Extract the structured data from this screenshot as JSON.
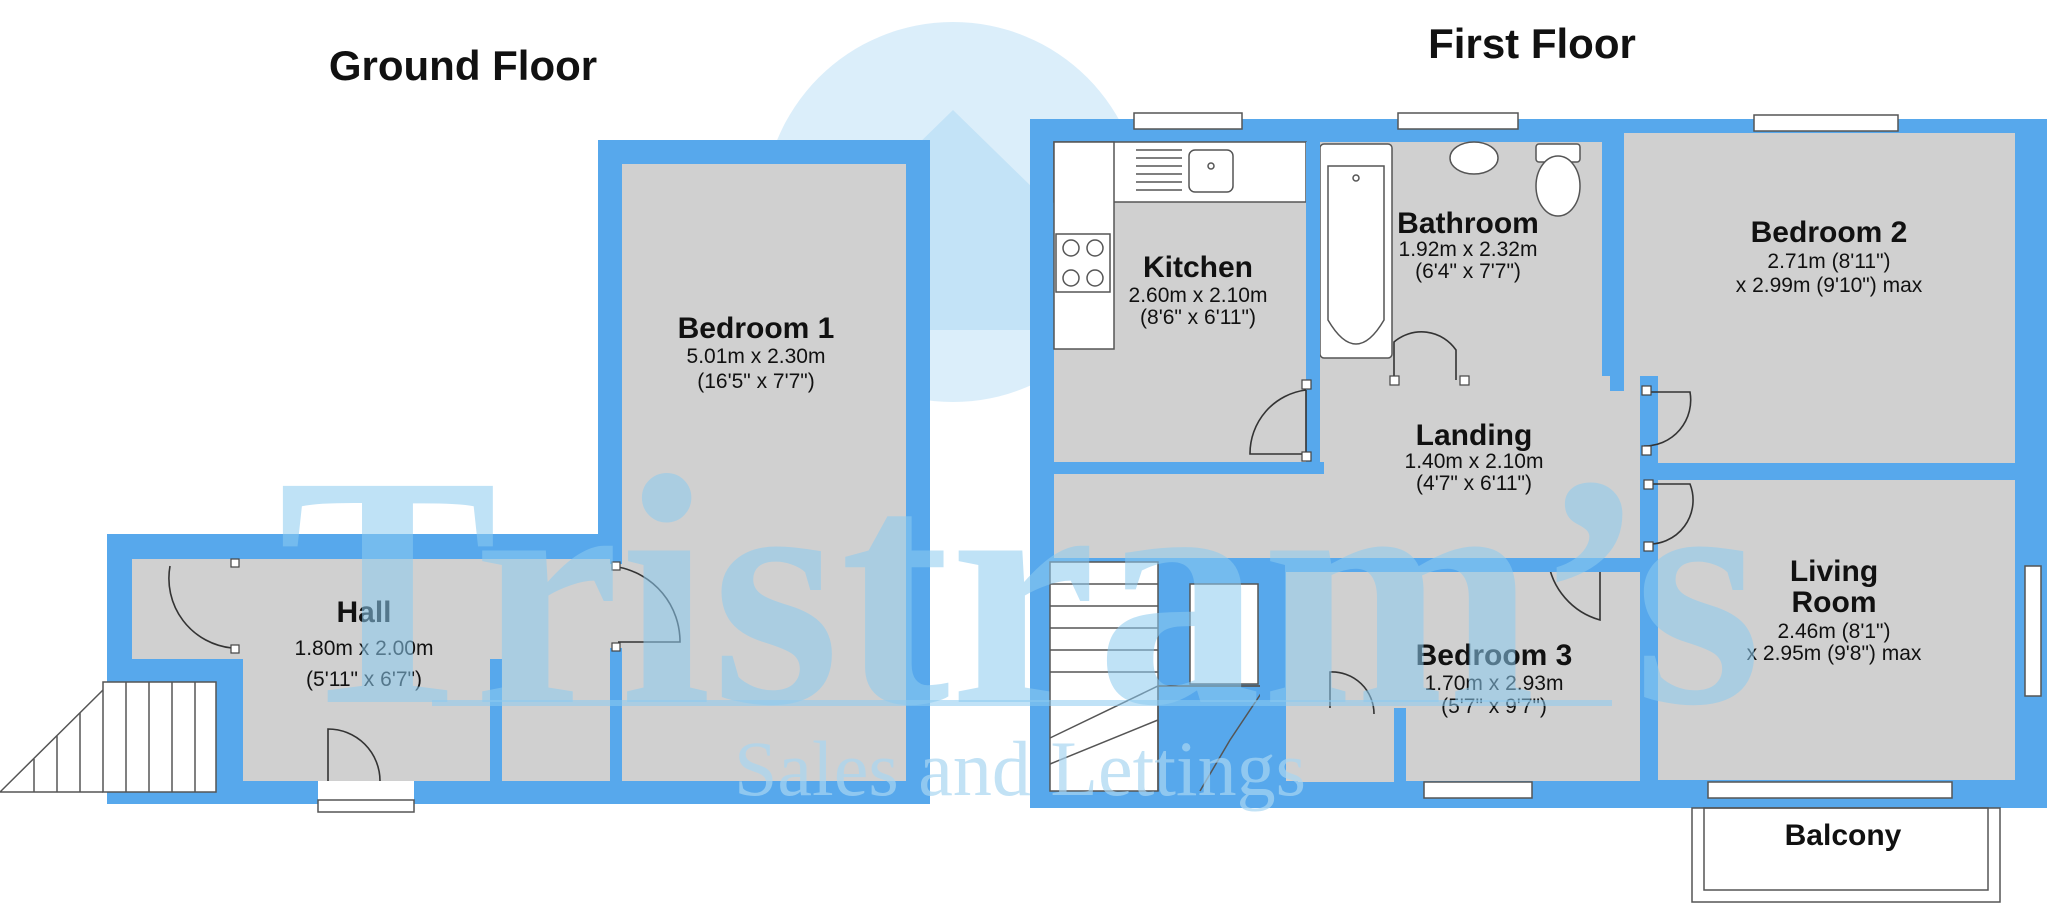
{
  "floors": {
    "ground": {
      "title": "Ground Floor"
    },
    "first": {
      "title": "First Floor"
    }
  },
  "rooms": {
    "bedroom1": {
      "name": "Bedroom 1",
      "dim1": "5.01m x 2.30m",
      "dim2": "(16'5\" x 7'7\")"
    },
    "hall": {
      "name": "Hall",
      "dim1": "1.80m x 2.00m",
      "dim2": "(5'11\" x 6'7\")"
    },
    "kitchen": {
      "name": "Kitchen",
      "dim1": "2.60m x 2.10m",
      "dim2": "(8'6\" x 6'11\")"
    },
    "bathroom": {
      "name": "Bathroom",
      "dim1": "1.92m x 2.32m",
      "dim2": "(6'4\" x 7'7\")"
    },
    "bedroom2": {
      "name": "Bedroom 2",
      "dim1": "2.71m (8'11\")",
      "dim2": "x 2.99m (9'10\") max"
    },
    "landing": {
      "name": "Landing",
      "dim1": "1.40m x 2.10m",
      "dim2": "(4'7\" x 6'11\")"
    },
    "living": {
      "name1": "Living",
      "name2": "Room",
      "dim1": "2.46m (8'1\")",
      "dim2": "x 2.95m (9'8\") max"
    },
    "bedroom3": {
      "name": "Bedroom 3",
      "dim1": "1.70m x 2.93m",
      "dim2": "(5'7\" x 9'7\")"
    },
    "balcony": {
      "name": "Balcony"
    }
  },
  "watermark": {
    "brand": "Tristram’s",
    "tagline": "Sales and Lettings"
  },
  "colors": {
    "wall": "#57a8ec",
    "floor": "#d0d0d0",
    "watermark": "#8ccbf0"
  }
}
